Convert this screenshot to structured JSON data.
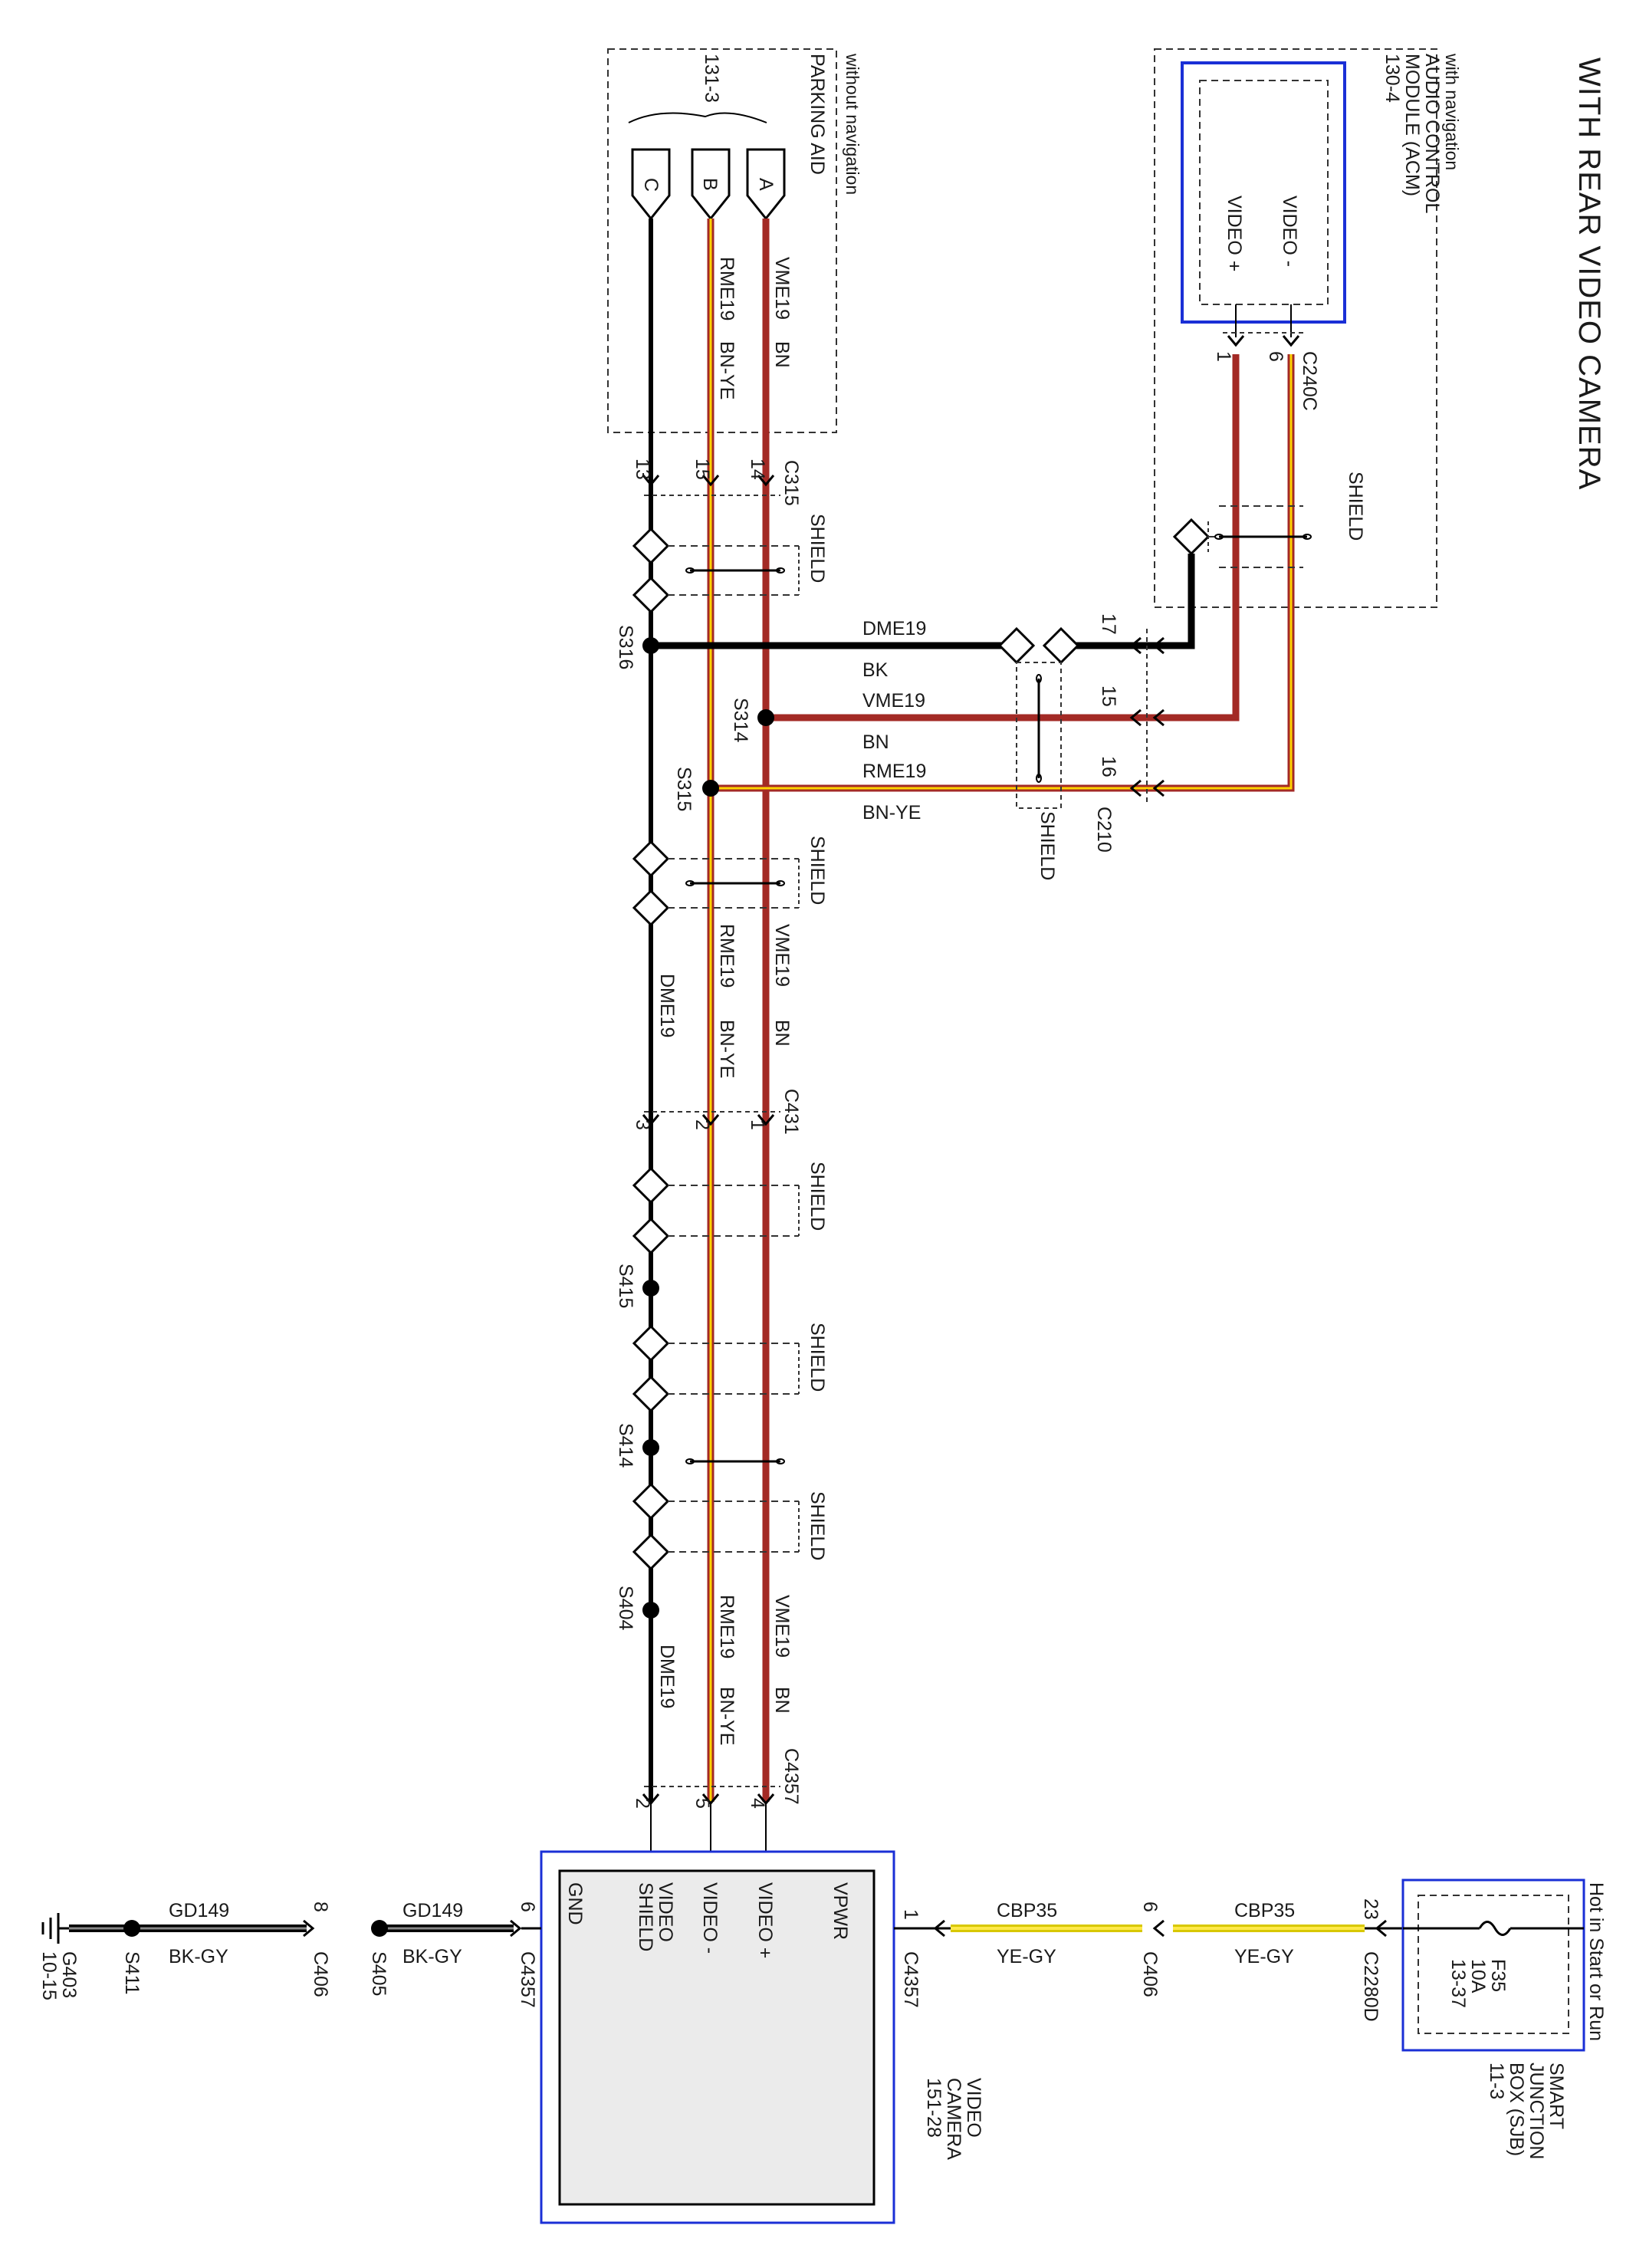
{
  "title": "WITH  REAR VIDEO CAMERA",
  "colors": {
    "wire_bn": "#a32a25",
    "wire_ye": "#ffd400",
    "wire_bk": "#000000",
    "module_border": "#1a2fd6"
  },
  "icons": {
    "connector": "chevron-arrow",
    "splice": "filled-dot",
    "shield": "diamond",
    "ground": "ground-symbol",
    "fuse": "fuse-symbol"
  },
  "parking_aid": {
    "note": "without navigation",
    "name": "PARKING AID",
    "ref": "131-3",
    "pins": [
      "A",
      "B",
      "C"
    ],
    "wires": [
      {
        "circuit": "VME19",
        "color": "BN"
      },
      {
        "circuit": "RME19",
        "color": "BN-YE"
      }
    ]
  },
  "acm": {
    "note": "with navigation",
    "name_line1": "AUDIO CONTROL",
    "name_line2": "MODULE (ACM)",
    "ref": "130-4",
    "pin_minus": "VIDEO -",
    "pin_plus": "VIDEO +",
    "connector": "C240C",
    "pin_6": "6",
    "pin_1": "1",
    "shield": "SHIELD"
  },
  "c315": {
    "name": "C315",
    "pins": [
      "14",
      "15",
      "13"
    ],
    "shield": "SHIELD"
  },
  "c210": {
    "name": "C210",
    "pins": [
      "17",
      "15",
      "16"
    ],
    "shield": "SHIELD"
  },
  "splices_upper": {
    "s316": "S316",
    "s314": "S314",
    "s315": "S315"
  },
  "horiz_wires": [
    {
      "circuit": "DME19",
      "color": "BK"
    },
    {
      "circuit": "VME19",
      "color": "BN"
    },
    {
      "circuit": "RME19",
      "color": "BN-YE"
    }
  ],
  "mid_section": {
    "shield": "SHIELD",
    "wire_v": "VME19",
    "wire_v_color": "BN",
    "wire_r": "RME19",
    "wire_r_color": "BN-YE",
    "wire_d": "DME19"
  },
  "c431": {
    "name": "C431",
    "pins": [
      "1",
      "2",
      "3"
    ]
  },
  "lower_section": {
    "shield1": "SHIELD",
    "shield2": "SHIELD",
    "shield3": "SHIELD",
    "s415": "S415",
    "s414": "S414",
    "s404": "S404",
    "wire_v": "VME19",
    "wire_v_color": "BN",
    "wire_r": "RME19",
    "wire_r_color": "BN-YE",
    "wire_d": "DME19"
  },
  "c4357_top": {
    "name": "C4357",
    "pins": [
      "4",
      "5",
      "2"
    ]
  },
  "camera": {
    "pin_vpwr": "VPWR",
    "pin_vplus": "VIDEO +",
    "pin_vminus": "VIDEO -",
    "pin_shield1": "VIDEO",
    "pin_shield2": "SHIELD",
    "pin_gnd": "GND",
    "name1": "VIDEO",
    "name2": "CAMERA",
    "ref": "151-28",
    "connector": "C4357",
    "pin_1": "1"
  },
  "power_feed": {
    "circuit": "CBP35",
    "color": "YE-GY",
    "c406": "C406",
    "c406_pin": "6",
    "c2280d": "C2280D",
    "c2280d_pin": "23"
  },
  "sjb": {
    "note": "Hot in Start or Run",
    "fuse": "F35",
    "rating": "10A",
    "fuse_ref": "13-37",
    "name1": "SMART",
    "name2": "JUNCTION",
    "name3": "BOX (SJB)",
    "ref": "11-3"
  },
  "ground_side": {
    "circuit": "GD149",
    "color": "BK-GY",
    "c4357": "C4357",
    "c4357_pin": "6",
    "s405": "S405",
    "c406": "C406",
    "c406_pin": "8",
    "s411": "S411",
    "g403": "G403",
    "g403_ref": "10-15"
  }
}
